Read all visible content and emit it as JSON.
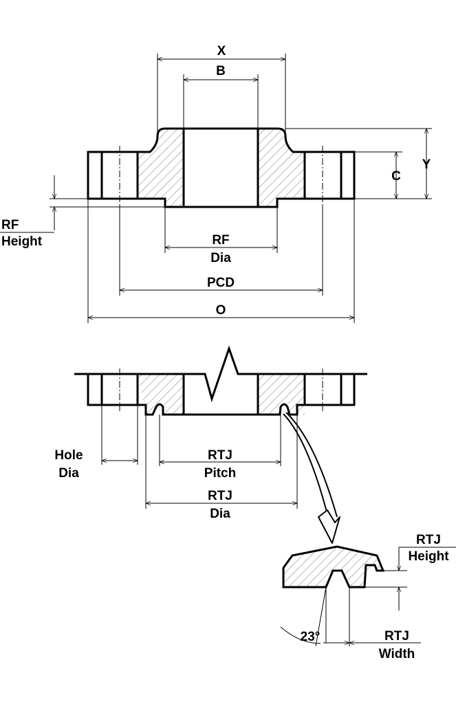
{
  "labels": {
    "x": "X",
    "b": "B",
    "c": "C",
    "y": "Y",
    "rf_height_1": "RF",
    "rf_height_2": "Height",
    "rf_dia_1": "RF",
    "rf_dia_2": "Dia",
    "pcd": "PCD",
    "o": "O",
    "hole_dia_1": "Hole",
    "hole_dia_2": "Dia",
    "rtj_pitch_1": "RTJ",
    "rtj_pitch_2": "Pitch",
    "rtj_dia_1": "RTJ",
    "rtj_dia_2": "Dia",
    "rtj_height_1": "RTJ",
    "rtj_height_2": "Height",
    "rtj_width_1": "RTJ",
    "rtj_width_2": "Width",
    "angle": "23°"
  },
  "colors": {
    "line": "#000000",
    "background": "#ffffff"
  }
}
